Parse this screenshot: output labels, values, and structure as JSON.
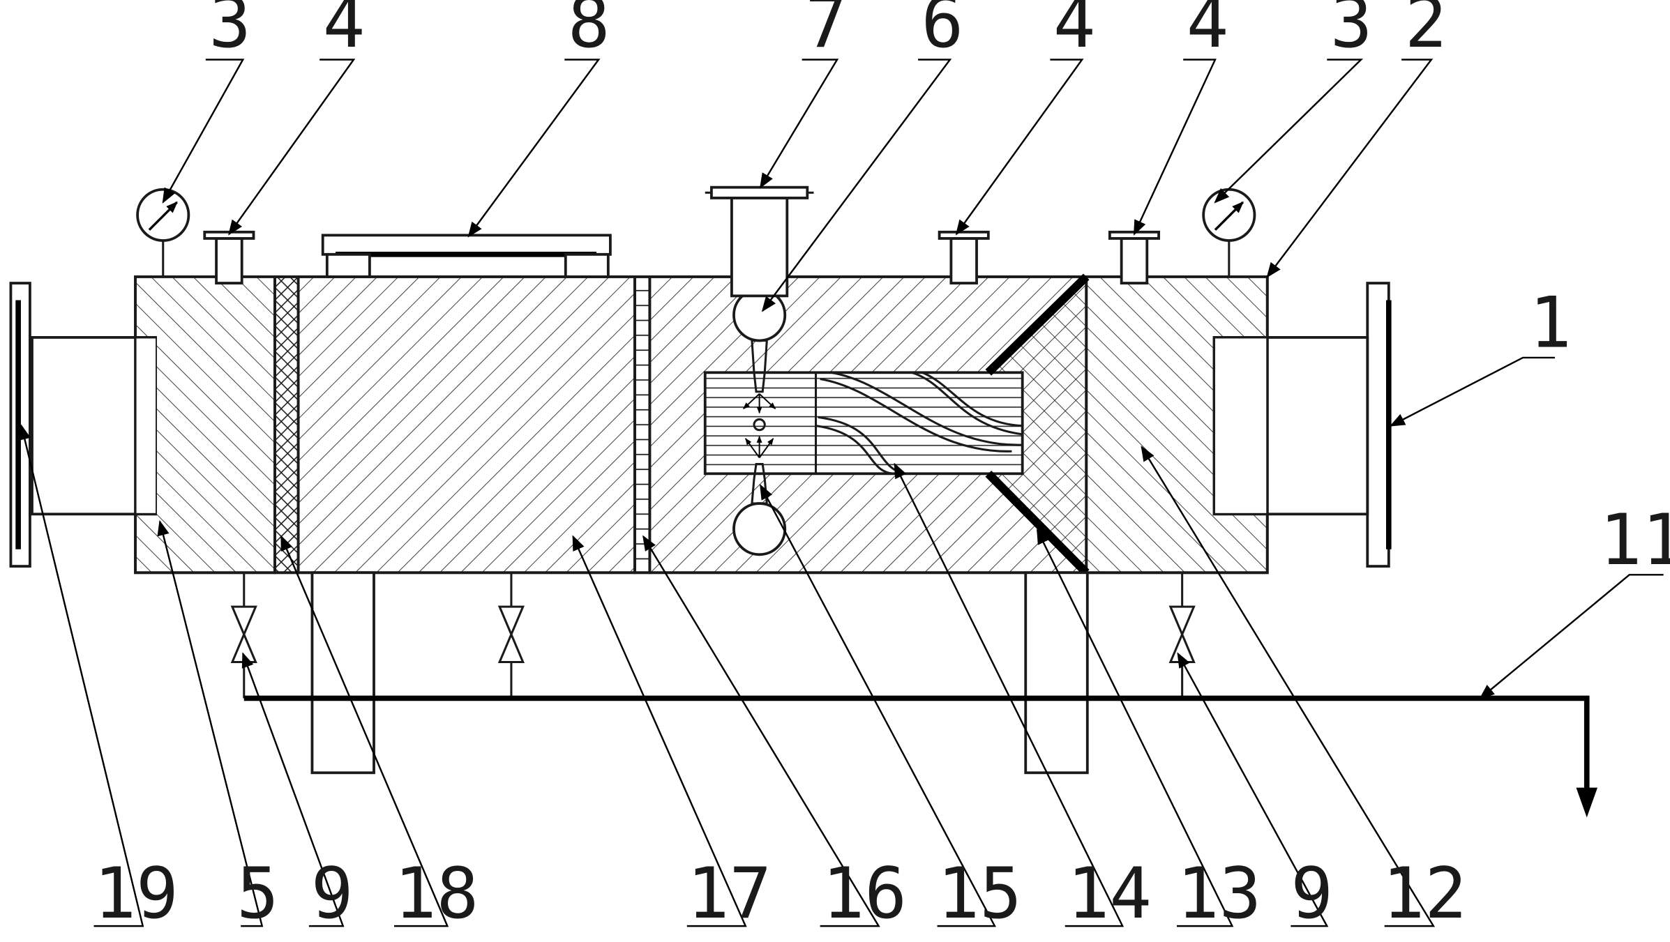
{
  "figure": {
    "background": "#ffffff",
    "line_color": "#1a1a1a",
    "callouts": [
      {
        "id": "top-3-left",
        "text": "3"
      },
      {
        "id": "top-4-left",
        "text": "4"
      },
      {
        "id": "top-8",
        "text": "8"
      },
      {
        "id": "top-7",
        "text": "7"
      },
      {
        "id": "top-6",
        "text": "6"
      },
      {
        "id": "top-4-mid",
        "text": "4"
      },
      {
        "id": "top-4-right",
        "text": "4"
      },
      {
        "id": "top-3-right",
        "text": "3"
      },
      {
        "id": "top-2",
        "text": "2"
      },
      {
        "id": "side-1",
        "text": "1"
      },
      {
        "id": "side-11",
        "text": "11"
      },
      {
        "id": "bottom-19",
        "text": "19"
      },
      {
        "id": "bottom-5",
        "text": "5"
      },
      {
        "id": "bottom-9-left",
        "text": "9"
      },
      {
        "id": "bottom-18",
        "text": "18"
      },
      {
        "id": "bottom-17",
        "text": "17"
      },
      {
        "id": "bottom-16",
        "text": "16"
      },
      {
        "id": "bottom-15",
        "text": "15"
      },
      {
        "id": "bottom-14",
        "text": "14"
      },
      {
        "id": "bottom-13",
        "text": "13"
      },
      {
        "id": "bottom-9-right",
        "text": "9"
      },
      {
        "id": "bottom-12",
        "text": "12"
      }
    ]
  }
}
